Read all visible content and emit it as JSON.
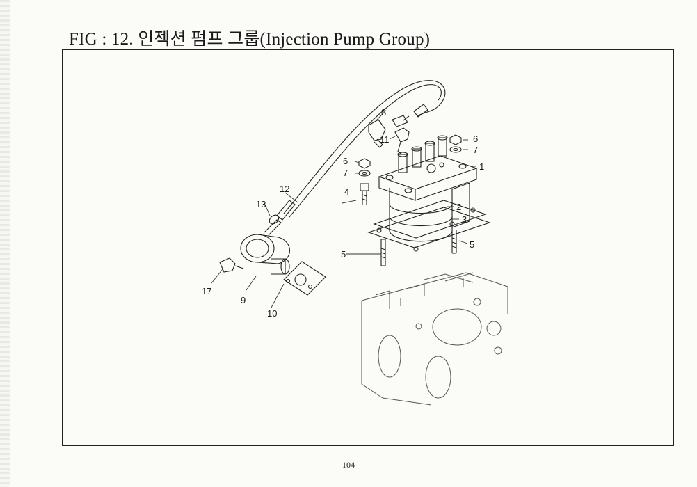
{
  "page": {
    "title": "FIG : 12. 인젝션 펌프 그룹(Injection Pump Group)",
    "page_number": "104"
  },
  "diagram": {
    "callouts": [
      {
        "id": "c1",
        "label": "1"
      },
      {
        "id": "c2",
        "label": "2"
      },
      {
        "id": "c3",
        "label": "3"
      },
      {
        "id": "c4",
        "label": "4"
      },
      {
        "id": "c5a",
        "label": "5"
      },
      {
        "id": "c5b",
        "label": "5"
      },
      {
        "id": "c6a",
        "label": "6"
      },
      {
        "id": "c6b",
        "label": "6"
      },
      {
        "id": "c7a",
        "label": "7"
      },
      {
        "id": "c7b",
        "label": "7"
      },
      {
        "id": "c8",
        "label": "8"
      },
      {
        "id": "c9",
        "label": "9"
      },
      {
        "id": "c10",
        "label": "10"
      },
      {
        "id": "c11",
        "label": "11"
      },
      {
        "id": "c12",
        "label": "12"
      },
      {
        "id": "c13",
        "label": "13"
      },
      {
        "id": "c17",
        "label": "17"
      }
    ]
  }
}
